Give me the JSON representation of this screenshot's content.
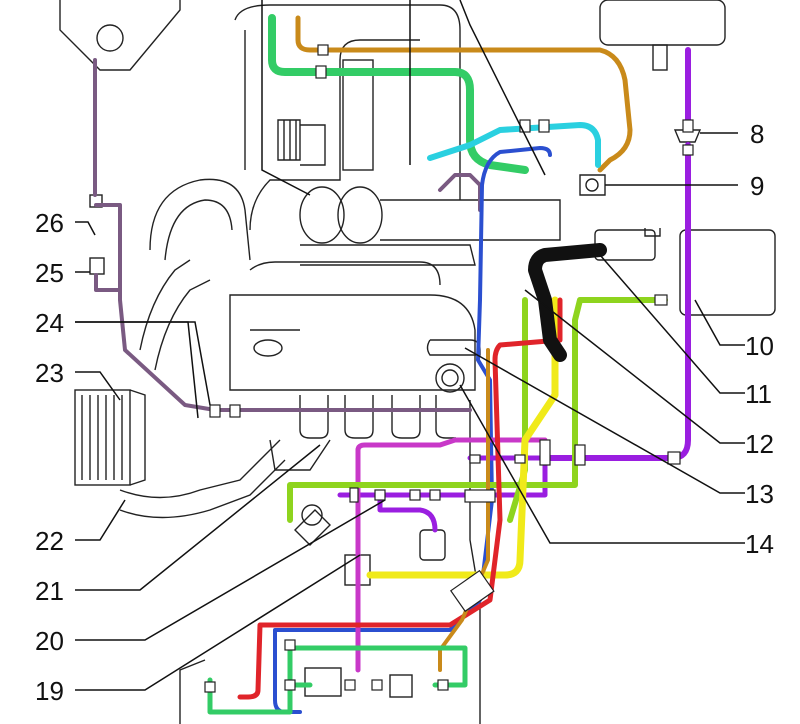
{
  "labels": {
    "l8": "8",
    "l9": "9",
    "l10": "10",
    "l11": "11",
    "l12": "12",
    "l13": "13",
    "l14": "14",
    "l19": "19",
    "l20": "20",
    "l21": "21",
    "l22": "22",
    "l23": "23",
    "l24": "24",
    "l25": "25",
    "l26": "26"
  },
  "hose_colors": {
    "purple": "#9a1ee0",
    "green": "#33cc66",
    "brown": "#c98a1a",
    "cyan": "#2ad0e0",
    "blue": "#2b4fd0",
    "red": "#e0242a",
    "yellow": "#f0ea1a",
    "lime": "#8ed41e",
    "magenta": "#c838c8",
    "black": "#111111",
    "mauve": "#7a5a82"
  }
}
